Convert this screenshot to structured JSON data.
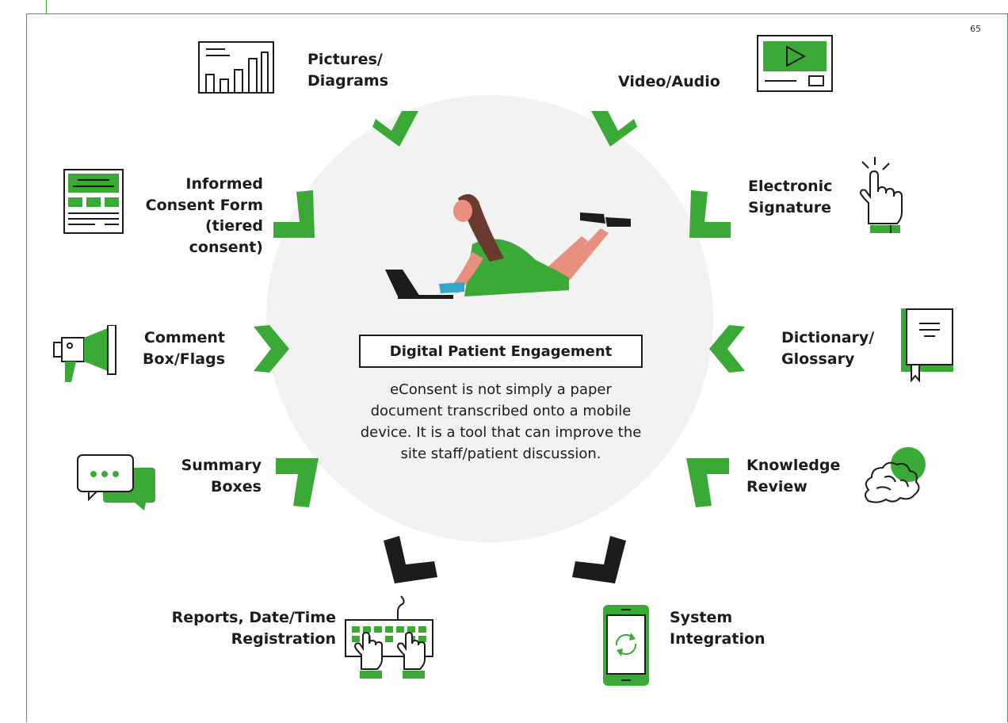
{
  "page": {
    "number": "65"
  },
  "center": {
    "title": "Digital Patient Engagement",
    "description": "eConsent is not simply a paper document transcribed onto a mobile device. It is a tool that can improve the site staff/patient discussion."
  },
  "items": {
    "pictures": "Pictures/\nDiagrams",
    "video": "Video/Audio",
    "consent": "Informed\nConsent Form\n(tiered\nconsent)",
    "signature": "Electronic\nSignature",
    "comment": "Comment\nBox/Flags",
    "dictionary": "Dictionary/\nGlossary",
    "summary": "Summary\nBoxes",
    "knowledge": "Knowledge\nReview",
    "reports": "Reports, Date/Time\nRegistration",
    "integration": "System\nIntegration"
  },
  "icons": {
    "pictures": "bar-chart-icon",
    "video": "video-player-icon",
    "consent": "form-document-icon",
    "signature": "tap-hand-icon",
    "comment": "megaphone-icon",
    "dictionary": "book-icon",
    "summary": "speech-bubbles-icon",
    "knowledge": "brain-icon",
    "reports": "keyboard-hands-icon",
    "integration": "smartphone-sync-icon"
  },
  "colors": {
    "accent": "#3aa935",
    "dark": "#1c1c1c",
    "circle": "#f2f2f2"
  }
}
